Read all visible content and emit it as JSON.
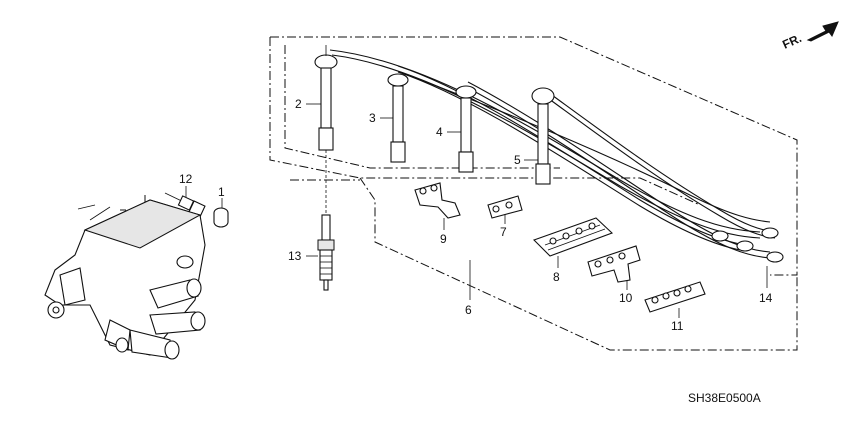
{
  "direction_label": "FR.",
  "diagram_code": "SH38E0500A",
  "callouts": [
    {
      "id": "1"
    },
    {
      "id": "2"
    },
    {
      "id": "3"
    },
    {
      "id": "4"
    },
    {
      "id": "5"
    },
    {
      "id": "6"
    },
    {
      "id": "7"
    },
    {
      "id": "8"
    },
    {
      "id": "9"
    },
    {
      "id": "10"
    },
    {
      "id": "11"
    },
    {
      "id": "12"
    },
    {
      "id": "13"
    },
    {
      "id": "14"
    }
  ],
  "icons": [
    "front-direction-arrow-icon"
  ]
}
